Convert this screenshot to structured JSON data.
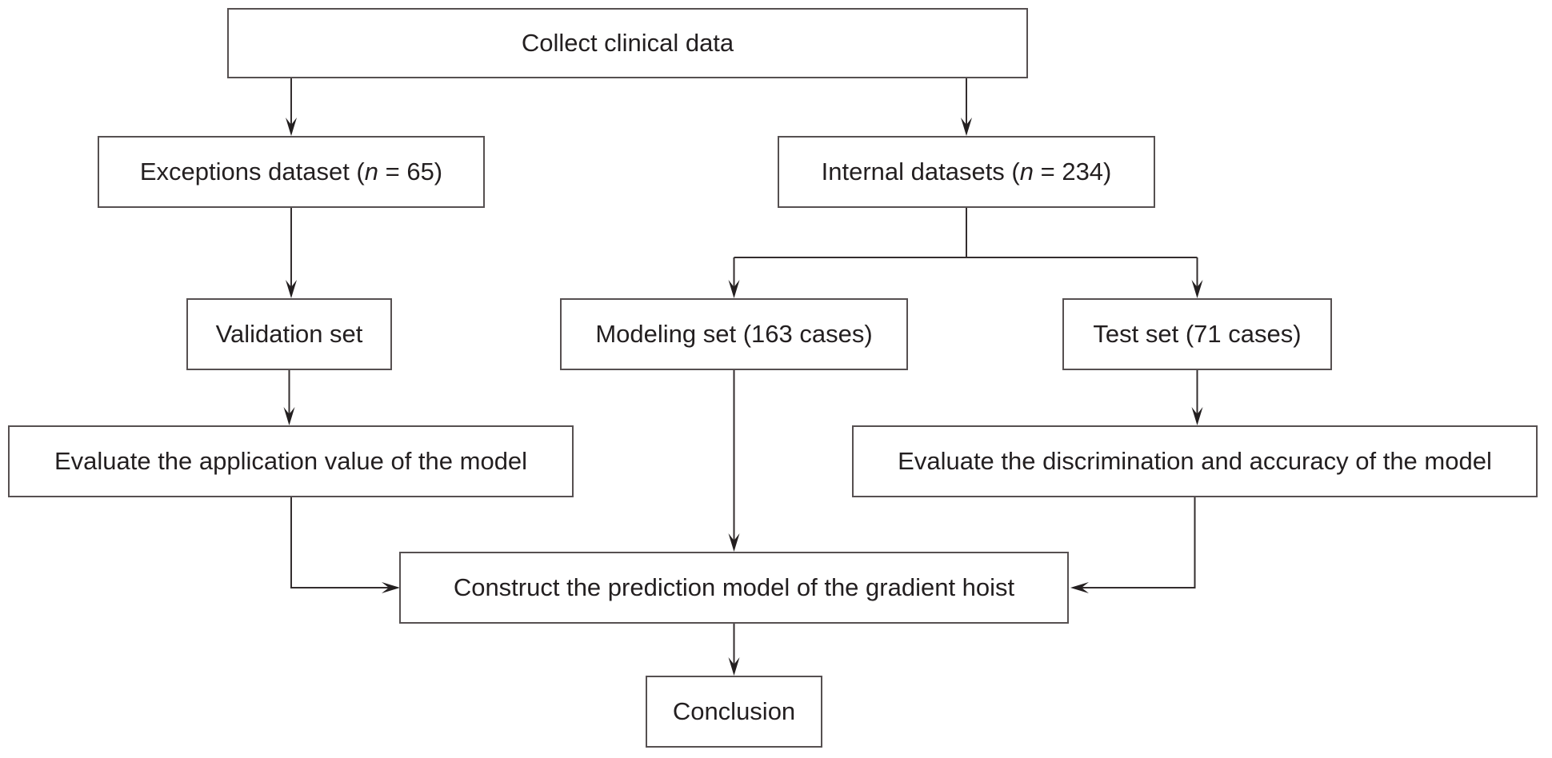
{
  "figure": {
    "type": "flowchart",
    "background": "#ffffff",
    "colors": {
      "box_border": "#565051",
      "connector_line": "#332d2e",
      "arrowhead": "#231f20",
      "text": "#231f20"
    },
    "nodes": {
      "collect": {
        "label": "Collect clinical data"
      },
      "exceptions": {
        "label_prefix": "Exceptions dataset (",
        "label_italic": "n",
        "label_suffix": " = 65)"
      },
      "internal": {
        "label_prefix": "Internal datasets (",
        "label_italic": "n",
        "label_suffix": " = 234)"
      },
      "validation": {
        "label": "Validation set"
      },
      "modeling": {
        "label": "Modeling set (163 cases)"
      },
      "test": {
        "label": "Test set (71 cases)"
      },
      "eval_left": {
        "label": "Evaluate the application value of the model"
      },
      "eval_right": {
        "label": "Evaluate the discrimination and accuracy of the model"
      },
      "construct": {
        "label": "Construct the prediction model of the gradient hoist"
      },
      "conclusion": {
        "label": "Conclusion"
      }
    },
    "edges": [
      {
        "from": "collect",
        "to": "exceptions"
      },
      {
        "from": "collect",
        "to": "internal"
      },
      {
        "from": "exceptions",
        "to": "validation"
      },
      {
        "from": "internal",
        "to": "modeling"
      },
      {
        "from": "internal",
        "to": "test"
      },
      {
        "from": "validation",
        "to": "eval_left"
      },
      {
        "from": "test",
        "to": "eval_right"
      },
      {
        "from": "modeling",
        "to": "construct"
      },
      {
        "from": "eval_left",
        "to": "construct"
      },
      {
        "from": "eval_right",
        "to": "construct"
      },
      {
        "from": "construct",
        "to": "conclusion"
      }
    ]
  }
}
